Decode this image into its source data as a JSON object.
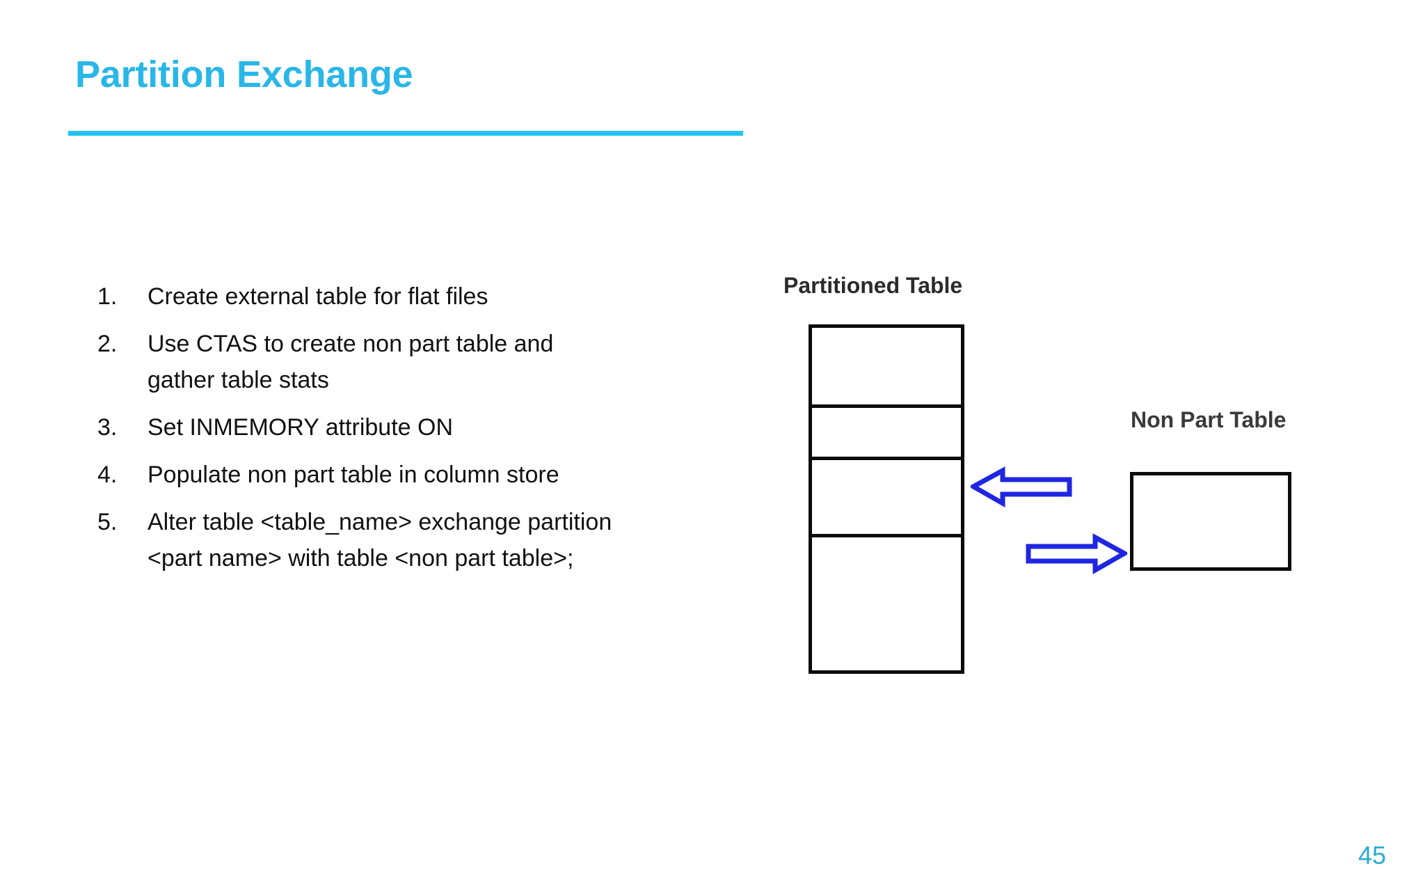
{
  "slide": {
    "title": "Partition Exchange",
    "page_number": "45",
    "accent_color": "#29b6e8",
    "rule_color": "#20c4ec",
    "page_number_color": "#29a8d8"
  },
  "steps": [
    {
      "number": "1.",
      "text": "Create external table for flat files",
      "continuation": ""
    },
    {
      "number": "2.",
      "text": "Use CTAS to create non part table and",
      "continuation": "gather table stats"
    },
    {
      "number": "3.",
      "text": "Set INMEMORY attribute ON",
      "continuation": ""
    },
    {
      "number": "4.",
      "text": "Populate non part table in column store",
      "continuation": ""
    },
    {
      "number": "5.",
      "text": "Alter table <table_name> exchange partition",
      "continuation": "<part name> with table <non part table>;"
    }
  ],
  "diagram": {
    "partitioned_table": {
      "label": "Partitioned Table",
      "partition_count": 4,
      "partition_heights": [
        115,
        75,
        111,
        201
      ],
      "border_color": "#0a0a0a"
    },
    "non_partitioned_table": {
      "label": "Non Part Table",
      "border_color": "#0a0a0a"
    },
    "arrows": {
      "stroke_color": "#1f26e0",
      "fill_color": "#ffffff",
      "items": [
        {
          "name": "arrow-left",
          "direction": "left"
        },
        {
          "name": "arrow-right",
          "direction": "right"
        }
      ]
    }
  }
}
